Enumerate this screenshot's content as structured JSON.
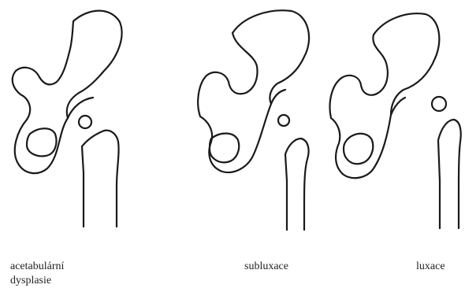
{
  "captions": {
    "dysplasia_line1": "acetabulární",
    "dysplasia_line2": "dysplasie",
    "subluxation": "subluxace",
    "luxation": "luxace"
  },
  "colors": {
    "line": "#1a1a1a",
    "text": "#222222",
    "background": "#ffffff"
  }
}
